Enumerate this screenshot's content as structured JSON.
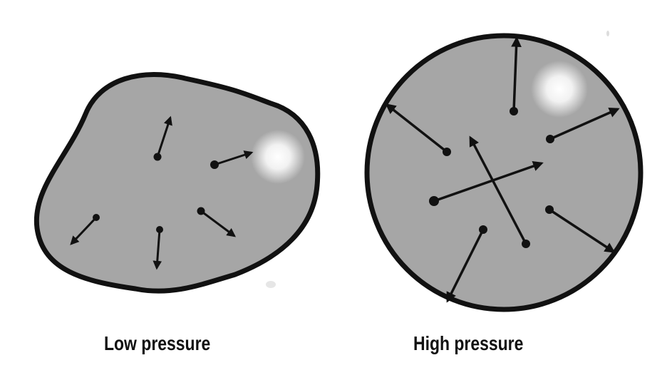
{
  "panels": [
    {
      "id": "low",
      "caption": "Low pressure"
    },
    {
      "id": "high",
      "caption": "High pressure"
    }
  ],
  "colors": {
    "fill": "#a6a6a6",
    "outline": "#111111",
    "arrow": "#111111",
    "highlight": "#ffffff",
    "background": "#ffffff"
  }
}
